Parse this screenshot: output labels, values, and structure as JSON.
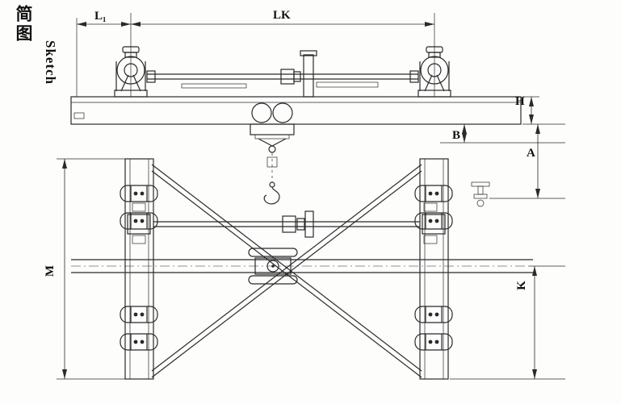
{
  "title": {
    "chinese": "简图",
    "english": "Sketch"
  },
  "dimension_labels": {
    "l1": "L₁",
    "lk": "LK",
    "h": "H",
    "b": "B",
    "a": "A",
    "m": "M",
    "k": "K"
  },
  "drawing": {
    "description": "two-view technical sketch of a beam trolley / crane carrier with hoist hook",
    "line_color": "#2a2a2a",
    "background_color": "#fdfdfc"
  }
}
